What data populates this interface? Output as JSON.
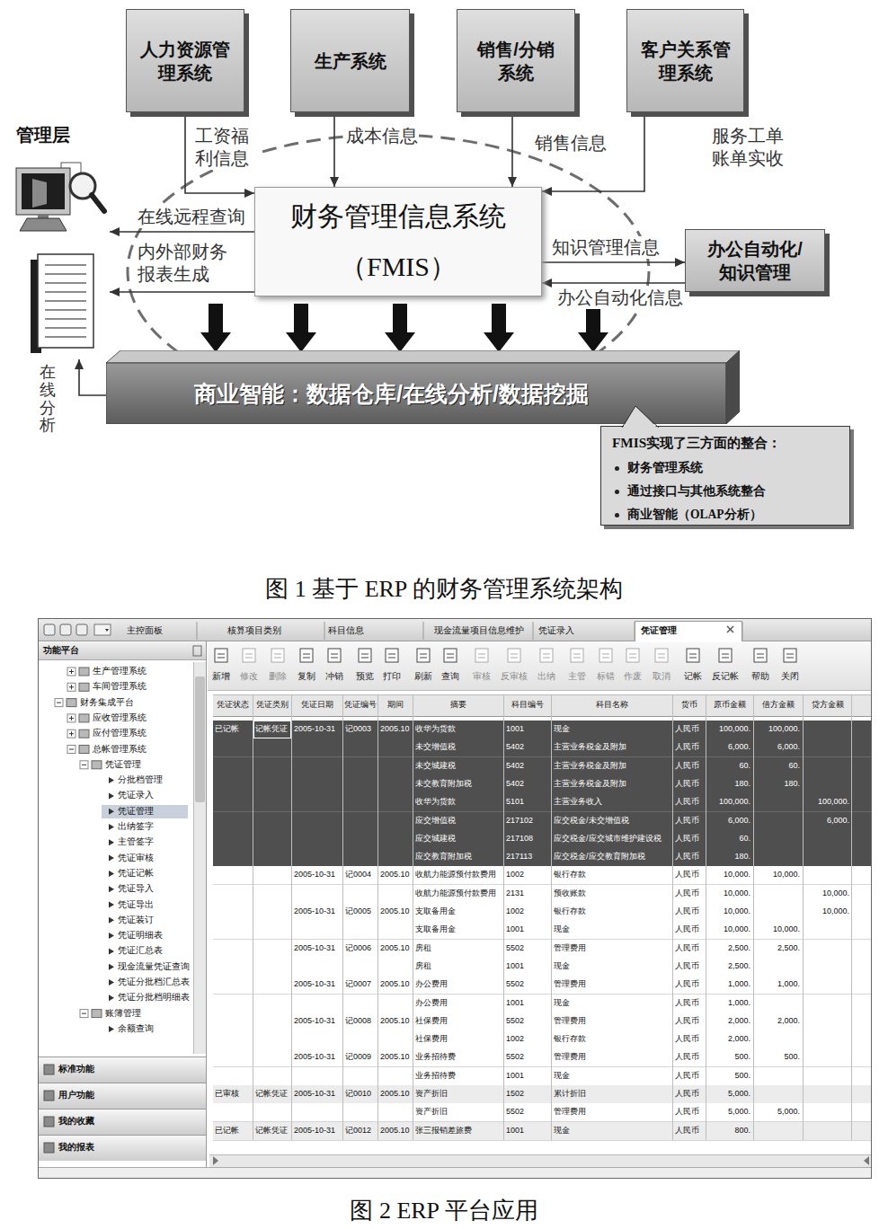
{
  "diagram": {
    "caption": "图 1 基于 ERP 的财务管理系统架构",
    "nodes": [
      {
        "text": [
          "人力资源管理系统"
        ]
      },
      {
        "text": [
          "生产系统"
        ]
      },
      {
        "text": [
          "销售/分销系统"
        ]
      },
      {
        "text": [
          "客户关系管理系统"
        ]
      },
      {
        "text": [
          "财务管理信息系统",
          "（FMIS）"
        ]
      },
      {
        "text": [
          "办公自动化/知识管理"
        ]
      },
      {
        "text": [
          "商业智能：数据仓库/在线分析/数据挖掘"
        ]
      },
      {
        "text": [
          "FMIS实现了三方面的整合：",
          "财务管理系统",
          "通过接口与其他系统整合",
          "商业智能（OLAP分析）"
        ]
      },
      {
        "text": [
          "管理层"
        ]
      }
    ],
    "edges": [
      {
        "from": 0,
        "to": 4,
        "arrow": "to",
        "label": "工资福利信息"
      },
      {
        "from": 1,
        "to": 4,
        "arrow": "to",
        "label": "成本信息"
      },
      {
        "from": 2,
        "to": 4,
        "arrow": "to",
        "label": "销售信息"
      },
      {
        "from": 3,
        "to": 4,
        "arrow": "to",
        "label": "服务工单 账单实收"
      },
      {
        "from": 4,
        "to": 5,
        "arrow": "to",
        "label": "知识管理信息"
      },
      {
        "from": 5,
        "to": 4,
        "arrow": "to",
        "label": "办公自动化信息"
      },
      {
        "from": 4,
        "to": 8,
        "arrow": "to",
        "label": "在线远程查询"
      },
      {
        "from": 4,
        "to": 8,
        "arrow": "to",
        "label": "内外部财务报表生成"
      },
      {
        "from": 6,
        "to": 8,
        "arrow": "to",
        "label": "在线分析"
      },
      {
        "from": 4,
        "to": 6,
        "arrow": "to"
      },
      {
        "from": 4,
        "to": 6,
        "arrow": "to"
      },
      {
        "from": 4,
        "to": 6,
        "arrow": "to"
      },
      {
        "from": 4,
        "to": 6,
        "arrow": "to"
      },
      {
        "from": 4,
        "to": 6,
        "arrow": "to"
      }
    ],
    "labels": [
      "主控面板",
      "核算项目类别",
      "科目信息",
      "现金流量项目信息维护",
      "凭证录入",
      "凭证管理",
      "功能平台",
      "生产管理系统",
      "车间管理系统",
      "财务集成平台",
      "应收管理系统",
      "应付管理系统",
      "总帐管理系统",
      "凭证管理",
      "分批档管理",
      "凭证录入",
      "凭证管理",
      "出纳签字",
      "主管签字",
      "凭证审核",
      "凭证记帐",
      "凭证导入",
      "凭证导出",
      "凭证装订",
      "凭证明细表",
      "凭证汇总表",
      "现金流量凭证查询",
      "凭证分批档汇总表",
      "凭证分批档明细表",
      "账簿管理",
      "余额查询",
      "标准功能",
      "用户功能",
      "我的收藏",
      "我的报表",
      "新增",
      "修改",
      "删除",
      "复制",
      "冲销",
      "预览",
      "打印",
      "刷新",
      "查询",
      "审核",
      "反审核",
      "出纳",
      "主管",
      "标错",
      "作废",
      "取消",
      "记帐",
      "反记帐",
      "帮助",
      "关闭",
      "凭证状态",
      "凭证类别",
      "凭证日期",
      "凭证编号",
      "期间",
      "摘要",
      "科目编号",
      "科目名称",
      "货币",
      "原币金额",
      "借方金额",
      "贷方金额",
      "已记帐",
      "记帐凭证",
      "2005-10-31",
      "记0003",
      "2005.10",
      "收华为货款",
      "1001",
      "现金",
      "人民币",
      "100,000.",
      "100,000.",
      "未交增值税",
      "5402",
      "主营业务税金及附加",
      "人民币",
      "6,000.",
      "6,000.",
      "未交城建税",
      "5402",
      "主营业务税金及附加",
      "人民币",
      "60.",
      "60.",
      "未交教育附加税",
      "5402",
      "主营业务税金及附加",
      "人民币",
      "180.",
      "180.",
      "收华为货款",
      "5101",
      "主营业务收入",
      "人民币",
      "100,000.",
      "100,000.",
      "应交增值税",
      "217102",
      "应交税金/未交增值税",
      "人民币",
      "6,000.",
      "6,000.",
      "应交城建税",
      "217108",
      "应交税金/应交城市维护建设税",
      "人民币",
      "60.",
      "应交教育附加税",
      "217113",
      "应交税金/应交教育附加税",
      "人民币",
      "180.",
      "2005-10-31",
      "记0004",
      "2005.10",
      "收航力能源预付款费用",
      "1002",
      "银行存款",
      "人民币",
      "10,000.",
      "10,000.",
      "收航力能源预付款费用",
      "2131",
      "预收账款",
      "人民币",
      "10,000.",
      "10,000.",
      "2005-10-31",
      "记0005",
      "2005.10",
      "支取备用金",
      "1002",
      "银行存款",
      "人民币",
      "10,000.",
      "10,000.",
      "支取备用金",
      "1001",
      "现金",
      "人民币",
      "10,000.",
      "10,000.",
      "2005-10-31",
      "记0006",
      "2005.10",
      "房租",
      "5502",
      "管理费用",
      "人民币",
      "2,500.",
      "2,500.",
      "房租",
      "1001",
      "现金",
      "人民币",
      "2,500.",
      "2005-10-31",
      "记0007",
      "2005.10",
      "办公费用",
      "5502",
      "管理费用",
      "人民币",
      "1,000.",
      "1,000.",
      "办公费用",
      "1001",
      "现金",
      "人民币",
      "1,000.",
      "2005-10-31",
      "记0008",
      "2005.10",
      "社保费用",
      "5502",
      "管理费用",
      "人民币",
      "2,000.",
      "2,000.",
      "社保费用",
      "1002",
      "银行存款",
      "人民币",
      "2,000.",
      "2005-10-31",
      "记0009",
      "2005.10",
      "业务招待费",
      "5502",
      "管理费用",
      "人民币",
      "500.",
      "500.",
      "业务招待费",
      "1001",
      "现金",
      "人民币",
      "500.",
      "已审核",
      "记帐凭证",
      "2005-10-31",
      "记0010",
      "2005.10",
      "资产折旧",
      "1502",
      "累计折旧",
      "人民币",
      "5,000.",
      "资产折旧",
      "5502",
      "管理费用",
      "人民币",
      "5,000.",
      "5,000.",
      "已记帐",
      "记帐凭证",
      "2005-10-31",
      "记0012",
      "2005.10",
      "张三报销差旅费",
      "1001",
      "现金",
      "人民币",
      "800.",
      "图 2 ERP 平台应用"
    ]
  }
}
